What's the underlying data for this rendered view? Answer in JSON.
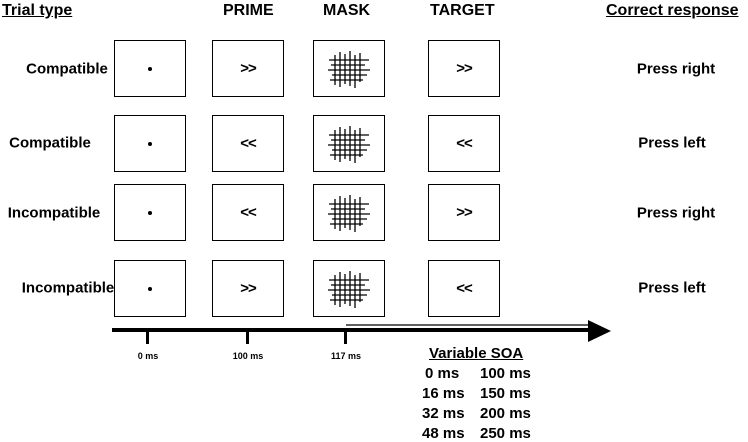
{
  "headers": {
    "trial_type": "Trial type",
    "prime": "PRIME",
    "mask": "MASK",
    "target": "TARGET",
    "correct_response": "Correct response"
  },
  "rows": [
    {
      "trial_type": "Compatible",
      "prime": ">>",
      "target": ">>",
      "response": "Press right"
    },
    {
      "trial_type": "Compatible",
      "prime": "<<",
      "target": "<<",
      "response": "Press left"
    },
    {
      "trial_type": "Incompatible",
      "prime": "<<",
      "target": ">>",
      "response": "Press right"
    },
    {
      "trial_type": "Incompatible",
      "prime": ">>",
      "target": "<<",
      "response": "Press left"
    }
  ],
  "timeline": {
    "ticks": [
      "0 ms",
      "100 ms",
      "117 ms"
    ]
  },
  "soa": {
    "title": "Variable SOA",
    "values": [
      [
        "0 ms",
        "100 ms"
      ],
      [
        "16 ms",
        "150 ms"
      ],
      [
        "32 ms",
        "200 ms"
      ],
      [
        "48 ms",
        "250 ms"
      ]
    ]
  }
}
